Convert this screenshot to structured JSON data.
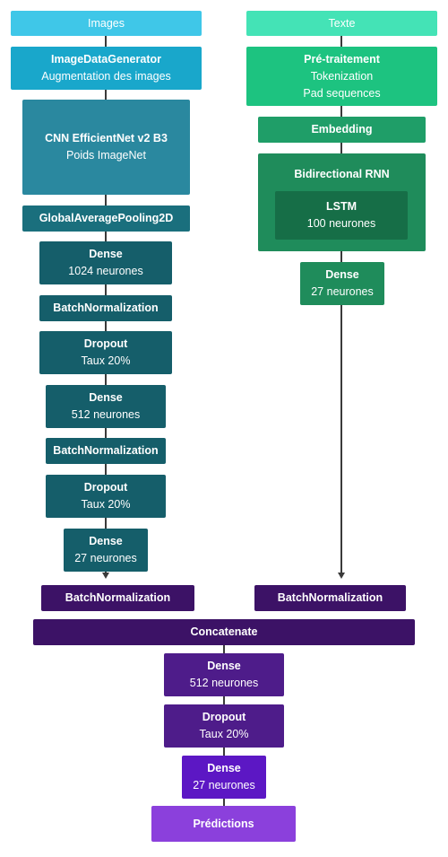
{
  "colors": {
    "images_header": "#3FC7E8",
    "texte_header": "#44E3B6",
    "teal_dark": "#155E6A",
    "green_dark": "#1F8C5B",
    "purple_dark": "#3C1266",
    "purple_mid": "#4E1C8A",
    "purple_light": "#8B40DC"
  },
  "left": {
    "header": "Images",
    "generator": {
      "title": "ImageDataGenerator",
      "sub": "Augmentation des images"
    },
    "cnn": {
      "title": "CNN EfficientNet v2 B3",
      "sub": "Poids ImageNet"
    },
    "pooling": "GlobalAveragePooling2D",
    "dense1": {
      "title": "Dense",
      "sub": "1024 neurones"
    },
    "bn1": "BatchNormalization",
    "dropout1": {
      "title": "Dropout",
      "sub": "Taux 20%"
    },
    "dense2": {
      "title": "Dense",
      "sub": "512 neurones"
    },
    "bn2": "BatchNormalization",
    "dropout2": {
      "title": "Dropout",
      "sub": "Taux 20%"
    },
    "dense3": {
      "title": "Dense",
      "sub": "27 neurones"
    },
    "bn3": "BatchNormalization"
  },
  "right": {
    "header": "Texte",
    "preproc": {
      "title": "Pré-traitement",
      "line1": "Tokenization",
      "line2": "Pad sequences"
    },
    "embedding": "Embedding",
    "birnn": "Bidirectional RNN",
    "lstm": {
      "title": "LSTM",
      "sub": "100 neurones"
    },
    "dense": {
      "title": "Dense",
      "sub": "27 neurones"
    },
    "bn": "BatchNormalization"
  },
  "merge": {
    "concat": "Concatenate",
    "dense1": {
      "title": "Dense",
      "sub": "512 neurones"
    },
    "dropout": {
      "title": "Dropout",
      "sub": "Taux 20%"
    },
    "dense2": {
      "title": "Dense",
      "sub": "27 neurones"
    },
    "predictions": "Prédictions"
  }
}
